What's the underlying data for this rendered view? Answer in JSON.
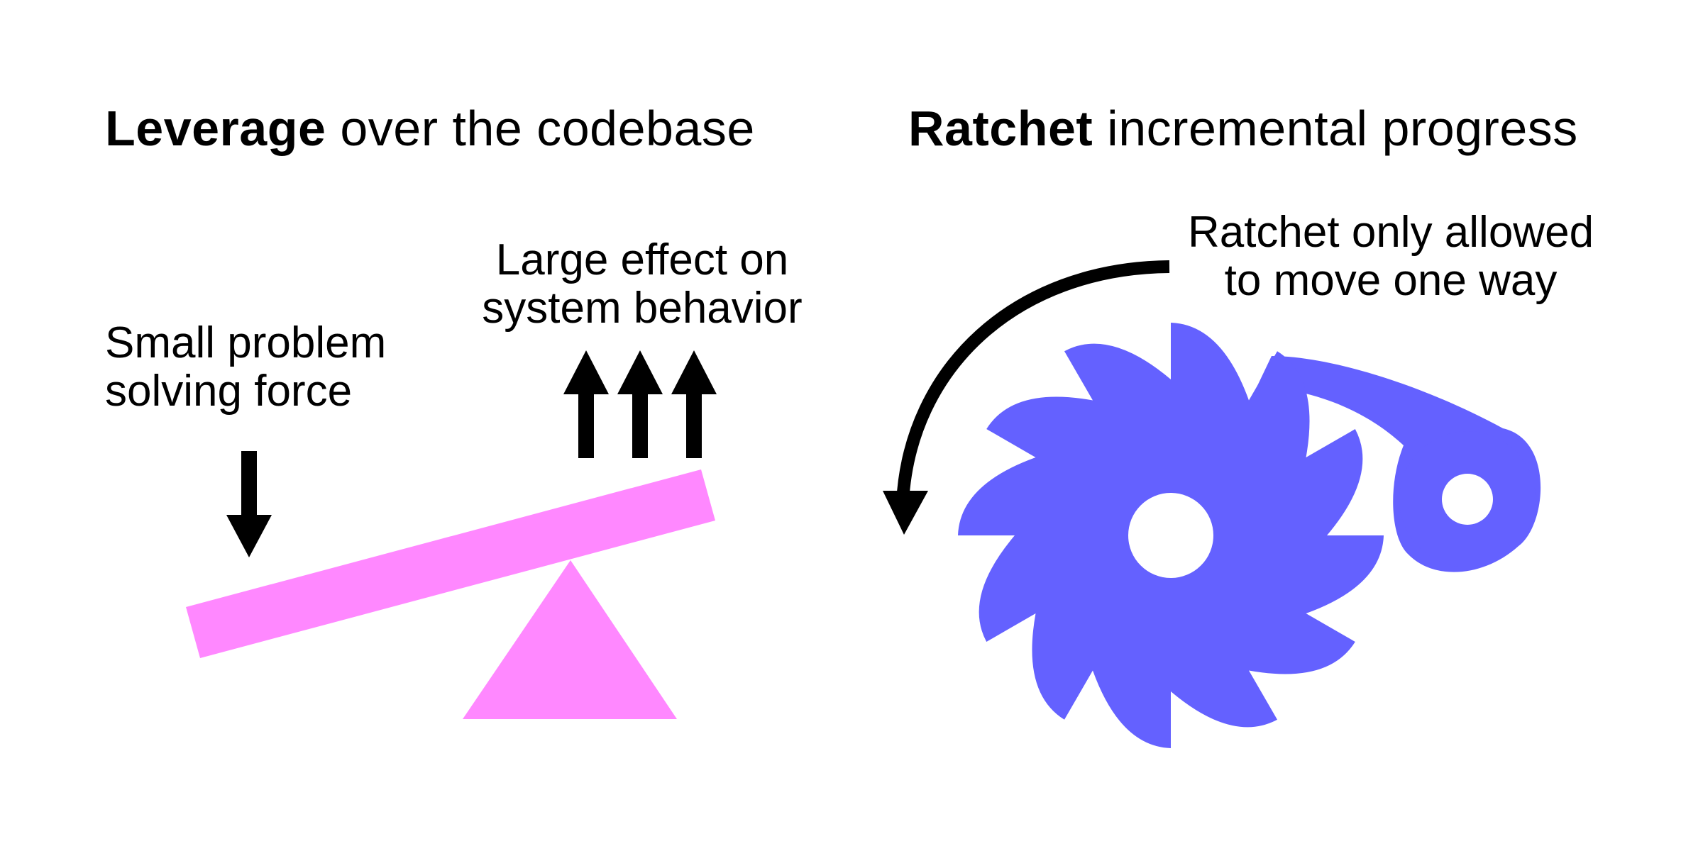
{
  "left": {
    "title_bold": "Leverage",
    "title_rest": " over the codebase",
    "force_label": [
      "Small problem",
      "solving force"
    ],
    "effect_label": [
      "Large effect on",
      "system behavior"
    ]
  },
  "right": {
    "title_bold": "Ratchet",
    "title_rest": " incremental progress",
    "note_label": [
      "Ratchet only allowed",
      "to move one way"
    ]
  },
  "colors": {
    "lever": "#ff88ff",
    "ratchet": "#6461ff",
    "arrow": "#000000",
    "background": "#ffffff"
  },
  "icons": [
    "seesaw-lever",
    "seesaw-fulcrum",
    "down-arrow-icon",
    "up-arrow-icon",
    "ratchet-gear",
    "pawl",
    "curved-arrow-icon"
  ]
}
